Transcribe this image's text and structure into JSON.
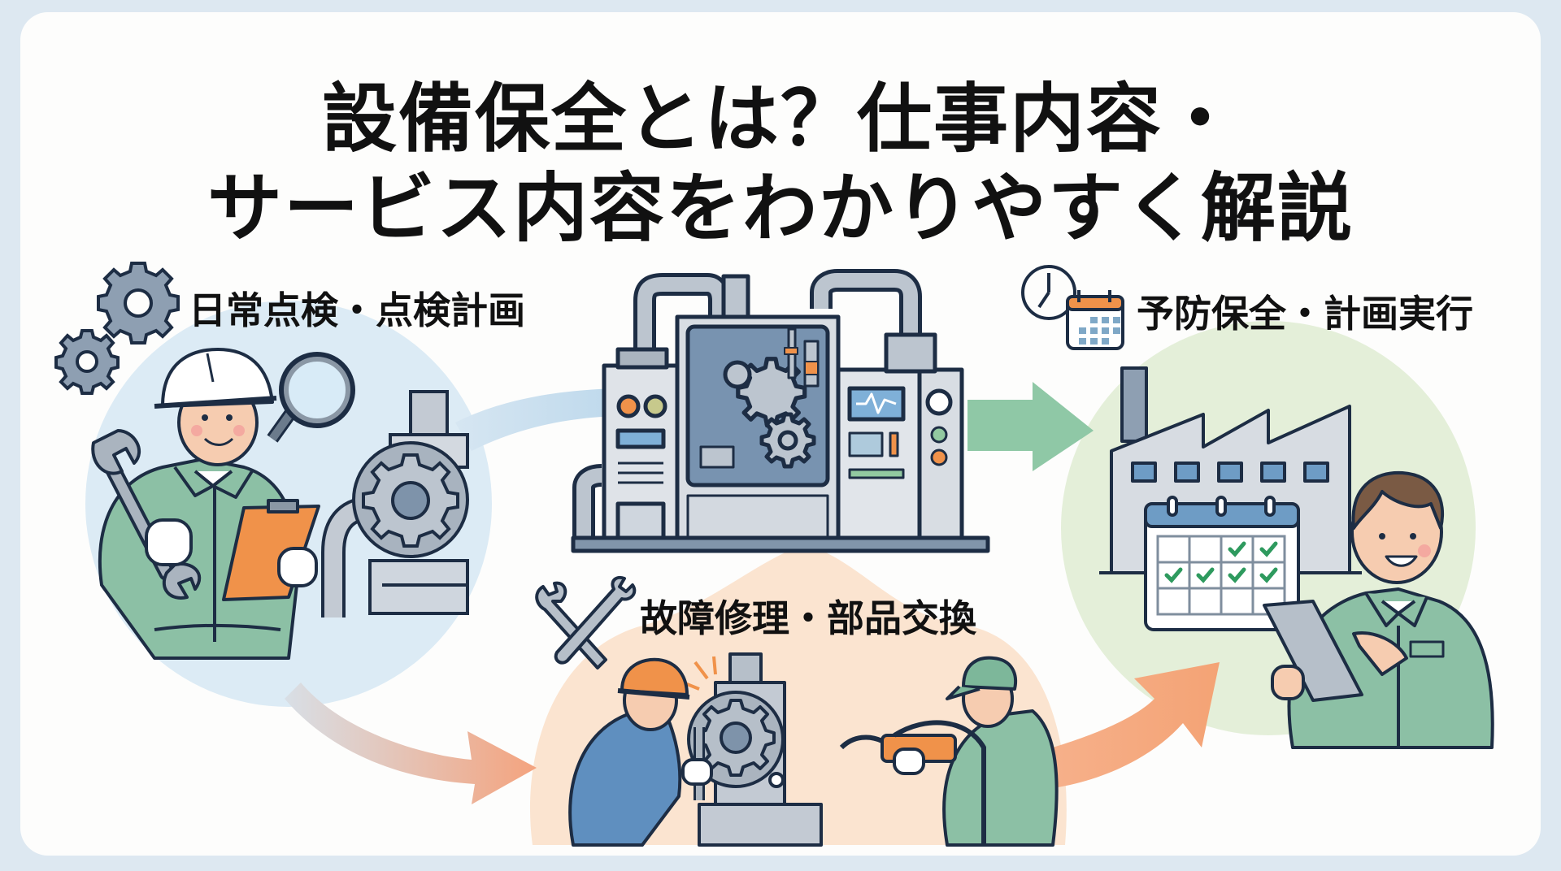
{
  "title": {
    "line1": "設備保全とは？仕事内容・",
    "line2": "サービス内容をわかりやすく解説"
  },
  "sections": [
    {
      "id": "inspection",
      "label": "日常点検・点検計画",
      "icon": "gear-icon",
      "scene": "worker with wrench, clipboard and magnifier inspecting pump",
      "accent": "#dbeaf5"
    },
    {
      "id": "repair",
      "label": "故障修理・部品交換",
      "icon": "crossed-wrenches-icon",
      "scene": "two workers repairing gear machine with wrench and grease gun",
      "accent": "#fbe3cf"
    },
    {
      "id": "preventive",
      "label": "予防保全・計画実行",
      "icon": "clock-calendar-icon",
      "scene": "worker with tablet in front of factory and maintenance calendar",
      "accent": "#e3eed8"
    }
  ],
  "center": {
    "scene": "industrial machine with gears, gauges and control panel"
  },
  "flow_arrows": [
    {
      "from": "inspection",
      "to": "machine",
      "color": "#b9d7ea"
    },
    {
      "from": "machine",
      "to": "preventive",
      "color": "#8cc7a5"
    },
    {
      "from": "inspection",
      "to": "repair",
      "color": "#f2a27e"
    },
    {
      "from": "repair",
      "to": "preventive",
      "color": "#f4a47a"
    }
  ],
  "calendar": {
    "checked_cells": 6,
    "total_cells": 12
  },
  "colors": {
    "page_bg": "#dde8f1",
    "card_bg": "#fdfdfc",
    "outline": "#1d2d44",
    "metal": "#c4ccd5",
    "uniform_green": "#8cc0a5",
    "uniform_blue": "#5f8fbf",
    "orange": "#f0924a",
    "check_green": "#2e9a5e"
  }
}
